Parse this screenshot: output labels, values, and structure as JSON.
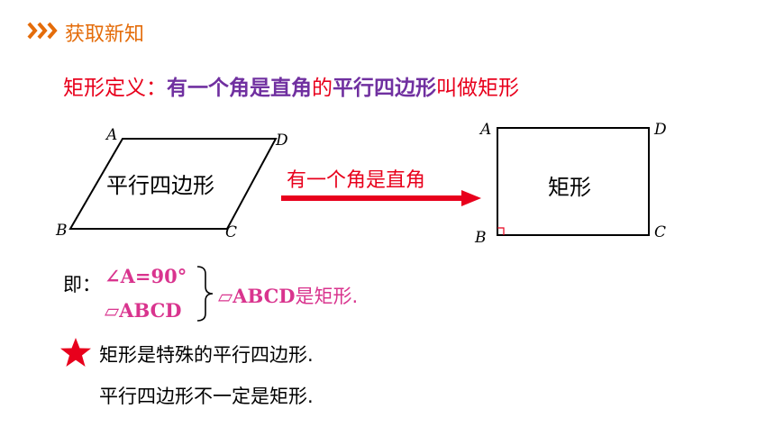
{
  "header": {
    "icon": "triple-chevron-icon",
    "title": "获取新知",
    "accent_color": "#e46c0a"
  },
  "definition": {
    "prefix": "矩形定义：",
    "part1": "有一个角是直角",
    "part2": "的",
    "part3": "平行四边形",
    "part4": "叫做矩形"
  },
  "parallelogram": {
    "label": "平行四边形",
    "vertices": [
      "A",
      "B",
      "C",
      "D"
    ]
  },
  "arrow": {
    "label": "有一个角是直角",
    "color": "#e8001c"
  },
  "rectangle": {
    "label": "矩形",
    "vertices": [
      "A",
      "B",
      "C",
      "D"
    ]
  },
  "condition": {
    "lead": "即：",
    "line1": "∠A=90°",
    "line2": "▱ABCD",
    "result_sym": "▱ABCD",
    "result_text": "是矩形."
  },
  "notes": {
    "star_icon": "red-star-icon",
    "line1": "矩形是特殊的平行四边形.",
    "line2": "平行四边形不一定是矩形."
  }
}
